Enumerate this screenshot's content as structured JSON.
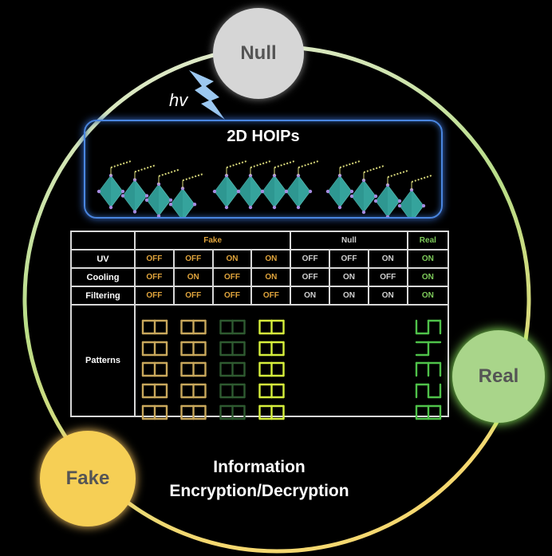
{
  "nodes": {
    "null": "Null",
    "real": "Real",
    "fake": "Fake"
  },
  "hv_label": "hv",
  "hoip_title": "2D HOIPs",
  "table": {
    "groups": [
      {
        "label": "Fake",
        "class": "fake"
      },
      {
        "label": "Null",
        "class": "null"
      },
      {
        "label": "Real",
        "class": "real"
      }
    ],
    "rows": [
      {
        "label": "UV",
        "values": [
          "OFF",
          "OFF",
          "ON",
          "ON",
          "OFF",
          "OFF",
          "ON",
          "ON"
        ]
      },
      {
        "label": "Cooling",
        "values": [
          "OFF",
          "ON",
          "OFF",
          "ON",
          "OFF",
          "ON",
          "OFF",
          "ON"
        ]
      },
      {
        "label": "Filtering",
        "values": [
          "OFF",
          "OFF",
          "OFF",
          "OFF",
          "ON",
          "ON",
          "ON",
          "ON"
        ]
      }
    ],
    "patterns_label": "Patterns",
    "pattern_columns": [
      {
        "digits": [
          "8",
          "8",
          "8",
          "8",
          "8"
        ],
        "color": "#c9a85c"
      },
      {
        "digits": [
          "8",
          "8",
          "8",
          "8",
          "8"
        ],
        "color": "#c9a85c"
      },
      {
        "digits": [
          "8",
          "8",
          "8",
          "8",
          "8"
        ],
        "color": "#2e5a30"
      },
      {
        "digits": [
          "8",
          "8",
          "8",
          "8",
          "8"
        ],
        "color": "#d6ef3c"
      },
      {
        "digits": [],
        "color": "#000000"
      },
      {
        "digits": [],
        "color": "#000000"
      },
      {
        "digits": [],
        "color": "#000000"
      },
      {
        "digits": [
          "5",
          "4",
          "3",
          "2",
          "8"
        ],
        "color": "#4fc24a"
      }
    ]
  },
  "info": {
    "line1": "Information",
    "line2": "Encryption/Decryption"
  },
  "colors": {
    "fake": "#e0a43c",
    "null": "#d0d0d0",
    "real": "#7ecb5a",
    "box": "#4a86e0"
  }
}
